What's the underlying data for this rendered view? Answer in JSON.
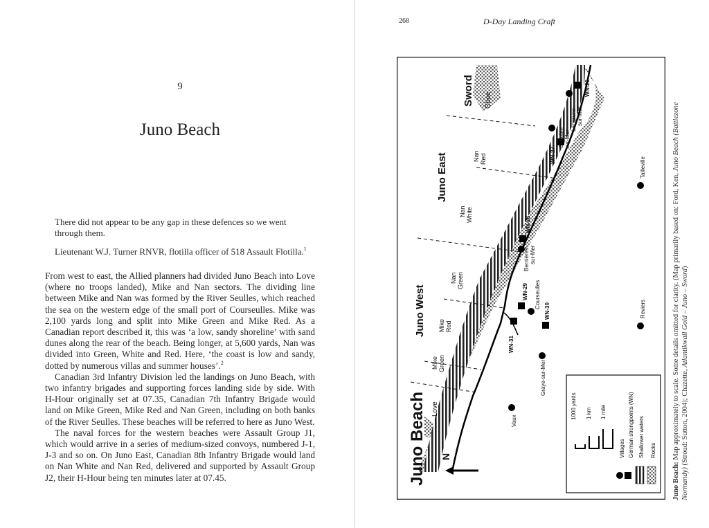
{
  "left_page": {
    "chapter_number": "9",
    "chapter_title": "Juno Beach",
    "epigraph": {
      "quote": "There did not appear to be any gap in these defences so we went through them.",
      "attribution": "Lieutenant W.J. Turner RNVR, flotilla officer of 518 Assault Flotilla.",
      "attribution_note": "1"
    },
    "paragraphs": [
      {
        "text": "From west to east, the Allied planners had divided Juno Beach into Love (where no troops landed), Mike and Nan sectors. The dividing line between Mike and Nan was formed by the River Seulles, which reached the sea on the western edge of the small port of Courseulles. Mike was 2,100 yards long and split into Mike Green and Mike Red. As a Canadian report described it, this was ‘a low, sandy shoreline’ with sand dunes along the rear of the beach. Being longer, at 5,600 yards, Nan was divided into Green, White and Red. Here, ‘the coast is low and sandy, dotted by numerous villas and summer houses’.",
        "note": "2"
      },
      {
        "text": "Canadian 3rd Infantry Division led the landings on Juno Beach, with two infantry brigades and supporting forces landing side by side. With H-Hour originally set at 07.35, Canadian 7th Infantry Brigade would land on Mike Green, Mike Red and Nan Green, including on both banks of the River Seulles. These beaches will be referred to here as Juno West.",
        "note": ""
      },
      {
        "text": "The naval forces for the western beaches were Assault Group J1, which would arrive in a series of medium-sized convoys, numbered J-1, J-3 and so on. On Juno East, Canadian 8th Infantry Brigade would land on Nan White and Nan Red, delivered and supported by Assault Group J2, their H-Hour being ten minutes later at 07.45.",
        "note": ""
      }
    ]
  },
  "right_page": {
    "folio": "268",
    "running_title": "D-Day Landing Craft",
    "map": {
      "title": "Juno Beach",
      "compass_label": "N",
      "sector_labels": {
        "sword": "Sword",
        "oboe": "Oboe",
        "juno_east": "Juno East",
        "juno_west": "Juno West",
        "love": "Love"
      },
      "beach_labels": [
        {
          "id": "nan-red",
          "lines": [
            "Nan",
            "Red"
          ]
        },
        {
          "id": "nan-white",
          "lines": [
            "Nan",
            "White"
          ]
        },
        {
          "id": "nan-green",
          "lines": [
            "Nan",
            "Green"
          ]
        },
        {
          "id": "mike-red",
          "lines": [
            "Mike",
            "Red"
          ]
        },
        {
          "id": "mike-green",
          "lines": [
            "Mike",
            "Green"
          ]
        }
      ],
      "strongpoints": [
        "WN-26",
        "WN-27",
        "WN-28",
        "WN-29",
        "WN-30",
        "WN-31"
      ],
      "villages": [
        {
          "id": "langrune",
          "lines": [
            "Langrune-",
            "sur-Mer"
          ]
        },
        {
          "id": "st-aubin",
          "lines": [
            "St Aubin",
            "sur-Mer"
          ]
        },
        {
          "id": "bernieres",
          "lines": [
            "Bernières-",
            "sur-Mer"
          ]
        },
        {
          "id": "courseulles",
          "lines": [
            "Courseulles"
          ]
        },
        {
          "id": "graye",
          "lines": [
            "Graye-sur-Mer"
          ]
        },
        {
          "id": "vaux",
          "lines": [
            "Vaux"
          ]
        },
        {
          "id": "tailleville",
          "lines": [
            "Tailleville"
          ]
        },
        {
          "id": "reviers",
          "lines": [
            "Reviers"
          ]
        }
      ],
      "legend": {
        "scales": [
          "1000 yards",
          "1 km",
          "1 mile"
        ],
        "items": [
          "Villages",
          "German strongpoints (WN)",
          "Shallower waters",
          "Rocks"
        ]
      }
    },
    "caption": {
      "label": "Juno Beach:",
      "text": "Map approximately to scale. Some details omitted for clarity. (Map primarily based on: Ford, Ken, ",
      "italic1": "Juno Beach (Battlezone Normandy)",
      "text2": " (Stroud: Sutton, 2004); Chazette, ",
      "italic2": "Atlantikwall Gold – Juno – Sword",
      "text3": ")"
    }
  }
}
